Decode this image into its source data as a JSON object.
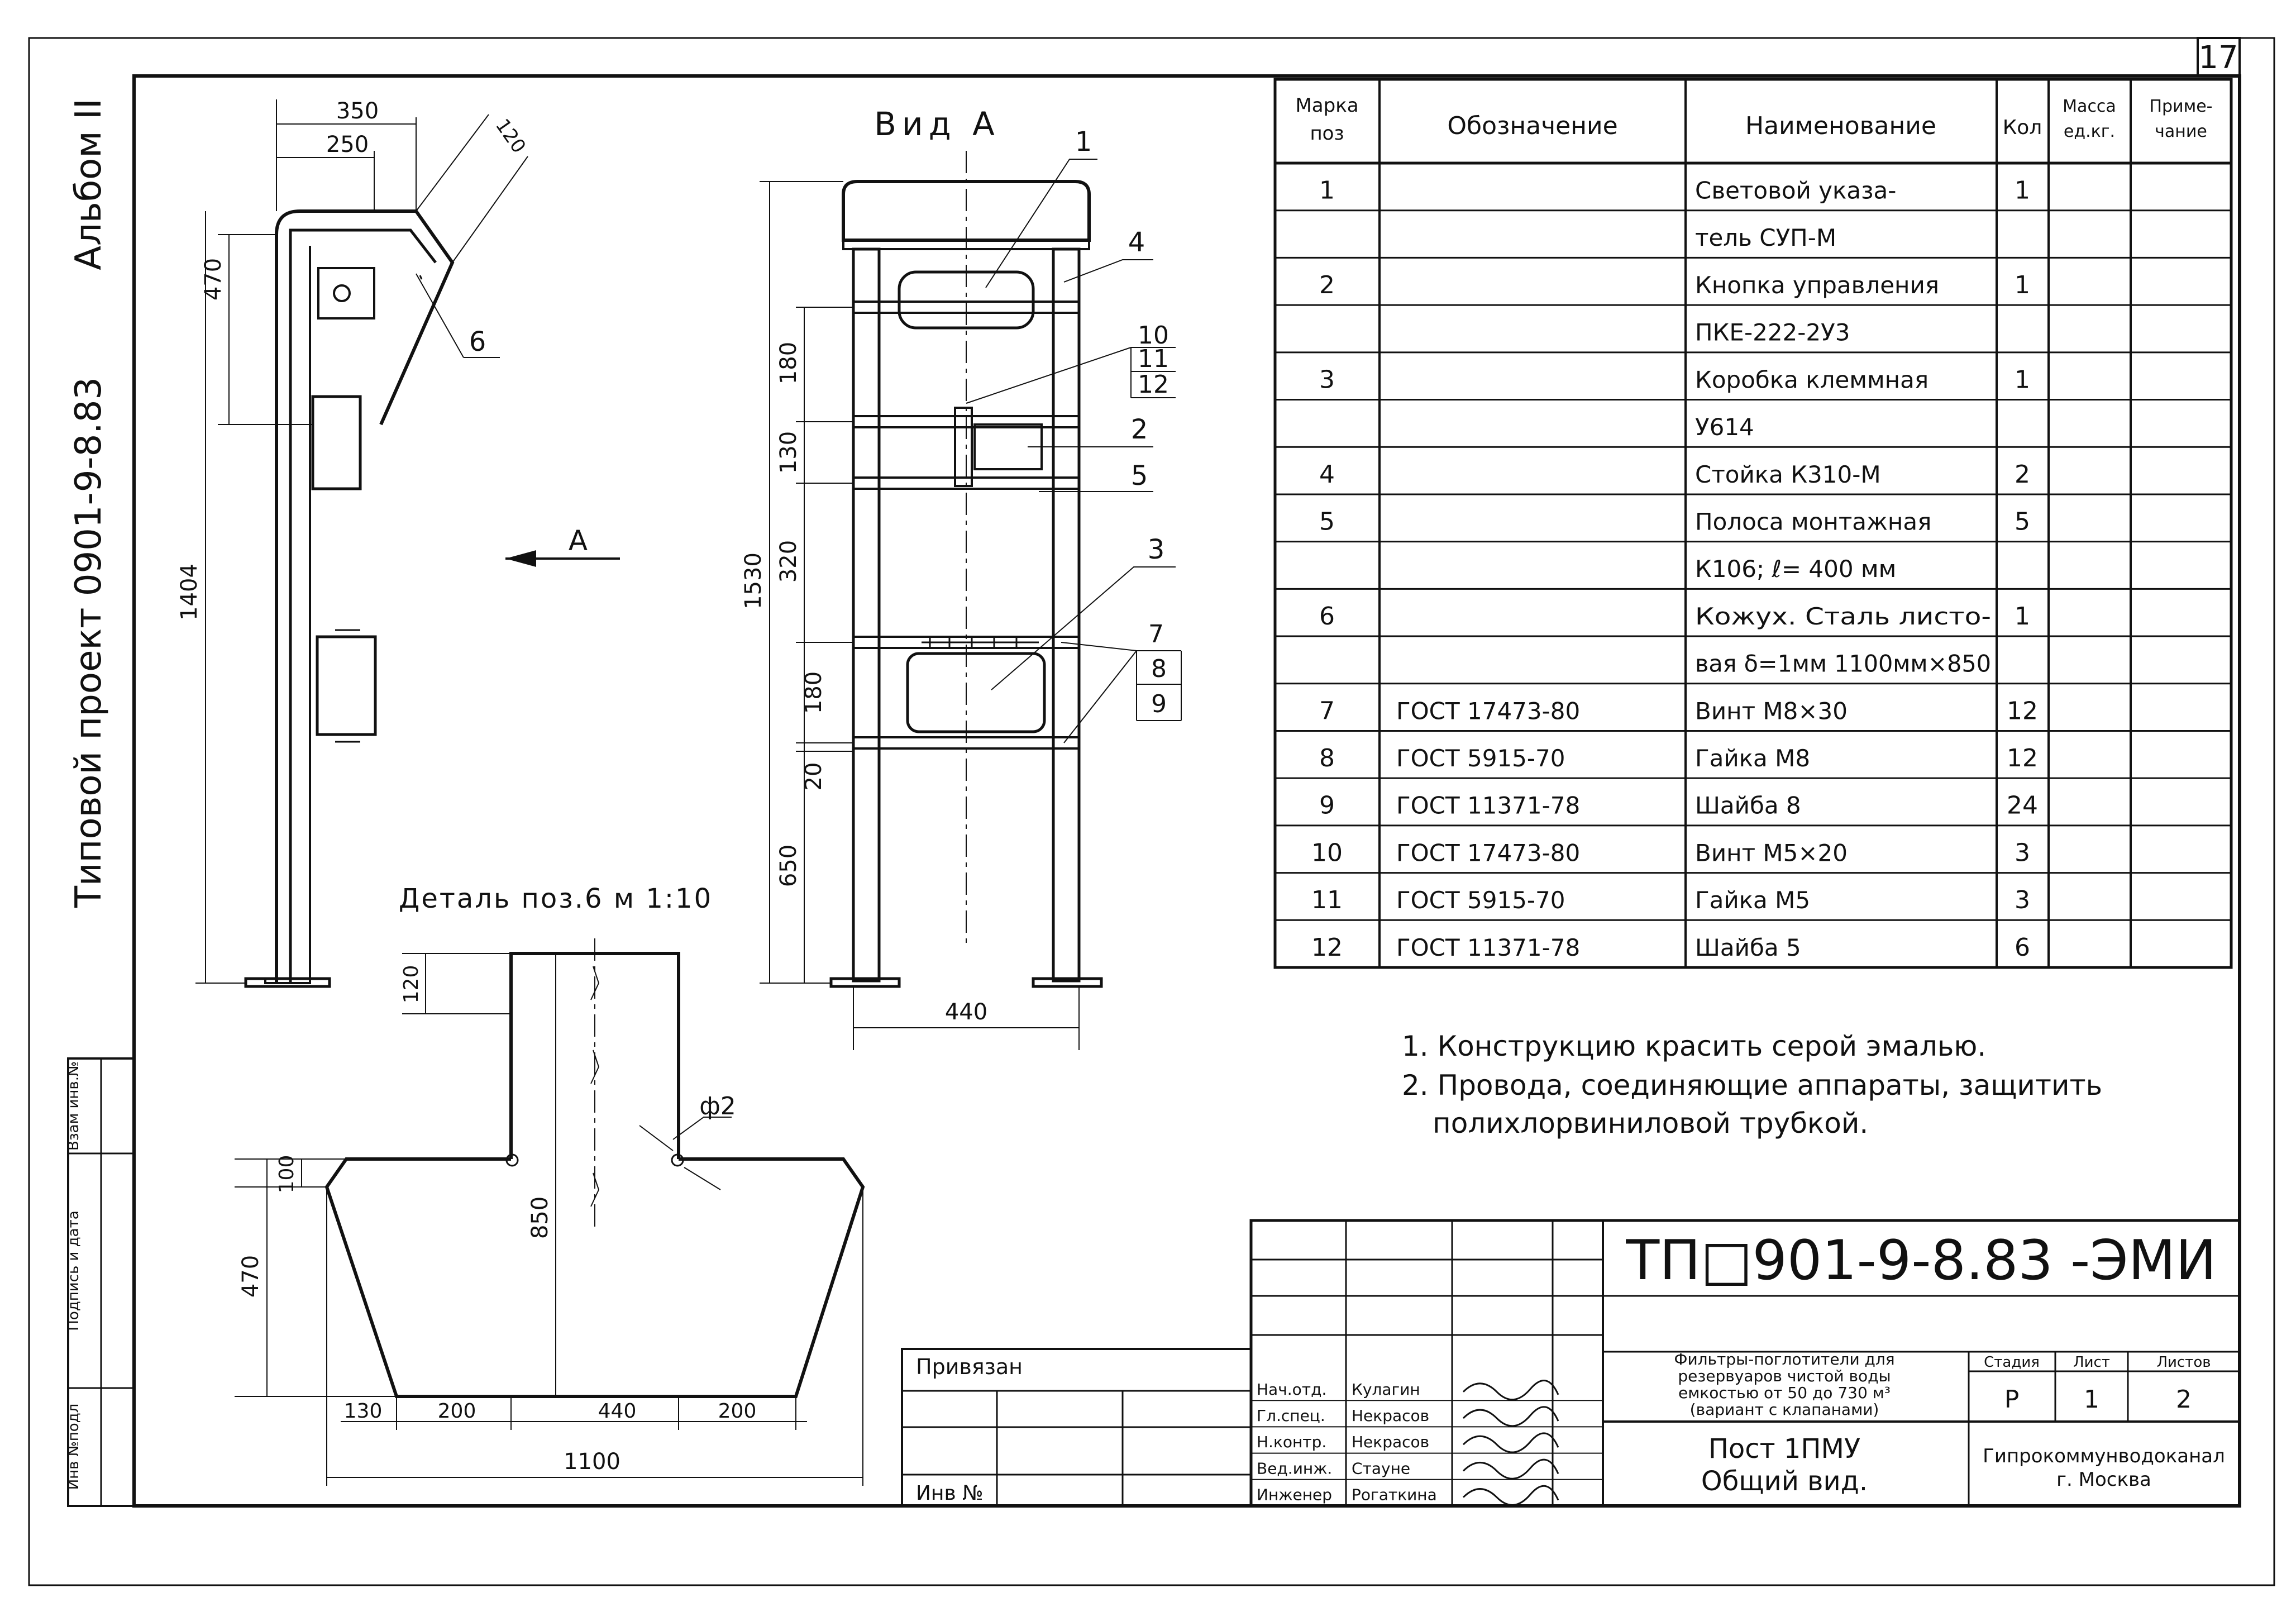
{
  "sheet_number": "17",
  "side_stamp": "Альбом II",
  "side_project": "Типовой проект 0901-9-8.83",
  "view_a_title": "Вид А",
  "arrow_label": "А",
  "detail_title": "Деталь поз.6 м 1:10",
  "callouts": {
    "side_6": "6",
    "va_1": "1",
    "va_4": "4",
    "va_10": "10",
    "va_11": "11",
    "va_12": "12",
    "va_2": "2",
    "va_5": "5",
    "va_3": "3",
    "va_7": "7",
    "va_8": "8",
    "va_9": "9"
  },
  "dims": {
    "side": {
      "d350": "350",
      "d250": "250",
      "d120": "120",
      "d470": "470",
      "d1404": "1404"
    },
    "view": {
      "d180a": "180",
      "d130": "130",
      "d320": "320",
      "d1530": "1530",
      "d180b": "180",
      "d20": "20",
      "d650": "650",
      "d440": "440"
    },
    "detail": {
      "d120": "120",
      "d100": "100",
      "d470": "470",
      "d850": "850",
      "phi2": "ф2",
      "d130": "130",
      "d200a": "200",
      "d440": "440",
      "d200b": "200",
      "d1100": "1100"
    }
  },
  "bom": {
    "headers": [
      "Марка поз",
      "Обозначение",
      "Наименование",
      "Кол",
      "Масса ед.кг.",
      "Приме-чание"
    ],
    "rows": [
      {
        "pos": "1",
        "code": "",
        "name": "Световой указа-",
        "qty": "1"
      },
      {
        "pos": "",
        "code": "",
        "name": "тель СУП-М",
        "qty": ""
      },
      {
        "pos": "2",
        "code": "",
        "name": "Кнопка управления",
        "qty": "1"
      },
      {
        "pos": "",
        "code": "",
        "name": "ПКЕ-222-2У3",
        "qty": ""
      },
      {
        "pos": "3",
        "code": "",
        "name": "Коробка клеммная",
        "qty": "1"
      },
      {
        "pos": "",
        "code": "",
        "name": "У614",
        "qty": ""
      },
      {
        "pos": "4",
        "code": "",
        "name": "Стойка К310-М",
        "qty": "2"
      },
      {
        "pos": "5",
        "code": "",
        "name": "Полоса монтажная",
        "qty": "5"
      },
      {
        "pos": "",
        "code": "",
        "name": "К106; ℓ= 400 мм",
        "qty": ""
      },
      {
        "pos": "6",
        "code": "",
        "name": "Кожух. Сталь листо-",
        "qty": "1"
      },
      {
        "pos": "",
        "code": "",
        "name": "вая δ=1мм 1100мм×850",
        "qty": ""
      },
      {
        "pos": "7",
        "code": "ГОСТ 17473-80",
        "name": "Винт М8×30",
        "qty": "12"
      },
      {
        "pos": "8",
        "code": "ГОСТ 5915-70",
        "name": "Гайка М8",
        "qty": "12"
      },
      {
        "pos": "9",
        "code": "ГОСТ 11371-78",
        "name": "Шайба 8",
        "qty": "24"
      },
      {
        "pos": "10",
        "code": "ГОСТ 17473-80",
        "name": "Винт М5×20",
        "qty": "3"
      },
      {
        "pos": "11",
        "code": "ГОСТ 5915-70",
        "name": "Гайка М5",
        "qty": "3"
      },
      {
        "pos": "12",
        "code": "ГОСТ 11371-78",
        "name": "Шайба 5",
        "qty": "6"
      }
    ]
  },
  "notes": [
    "1. Конструкцию красить серой эмалью.",
    "2. Провода, соединяющие аппараты, защитить",
    "полихлорвиниловой трубкой."
  ],
  "title_block": {
    "code": "ТП□901-9-8.83 -ЭМИ",
    "description": [
      "Фильтры-поглотители для",
      "резервуаров чистой воды",
      "емкостью от 50 до 730 м³",
      "(вариант с клапанами)"
    ],
    "stage_label": "Стадия",
    "stage": "Р",
    "sheet_label": "Лист",
    "sheet": "1",
    "sheets_label": "Листов",
    "sheets": "2",
    "drawing_name": [
      "Пост 1ПМУ",
      "Общий вид."
    ],
    "organization": [
      "Гипрокоммунводоканал",
      "г. Москва"
    ],
    "bound_label": "Привязан",
    "inv_label": "Инв №",
    "roles": [
      {
        "role": "Нач.отд.",
        "name": "Кулагин"
      },
      {
        "role": "Гл.спец.",
        "name": "Некрасов"
      },
      {
        "role": "Н.контр.",
        "name": "Некрасов"
      },
      {
        "role": "Вед.инж.",
        "name": "Стауне"
      },
      {
        "role": "Инженер",
        "name": "Рогаткина"
      }
    ]
  },
  "margin_labels": [
    "Инв №подл",
    "Подпись и дата",
    "Взам инв.№"
  ]
}
